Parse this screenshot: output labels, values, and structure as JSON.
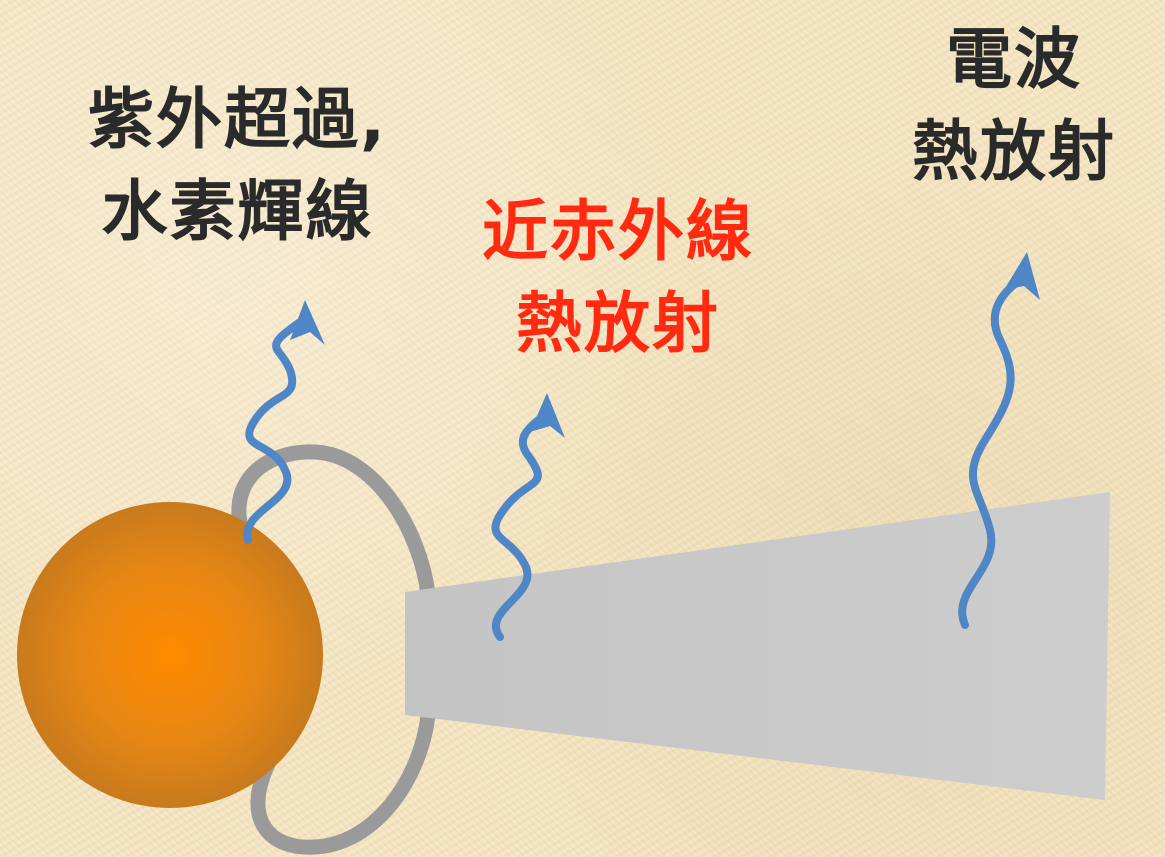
{
  "labels": {
    "uv": {
      "line1": "紫外超過,",
      "line2": "水素輝線",
      "color": "#2a2a2a"
    },
    "nir": {
      "line1": "近赤外線",
      "line2": "熱放射",
      "color": "#ff2a10"
    },
    "radio": {
      "line1": "電波",
      "line2": "熱放射",
      "color": "#2a2a2a"
    }
  },
  "colors": {
    "star_center": "#ff8a00",
    "star_edge": "#c87a1c",
    "disk": "#c9c9c9",
    "magnetic_loop": "#9a9a9a",
    "wave": "#4f86c6",
    "background": "#f5e6c4"
  },
  "icons": {
    "star": "protostar-sphere",
    "disk": "accretion-disk",
    "loops": "magnetic-field-loop",
    "waves": "emission-wavy-arrow"
  }
}
